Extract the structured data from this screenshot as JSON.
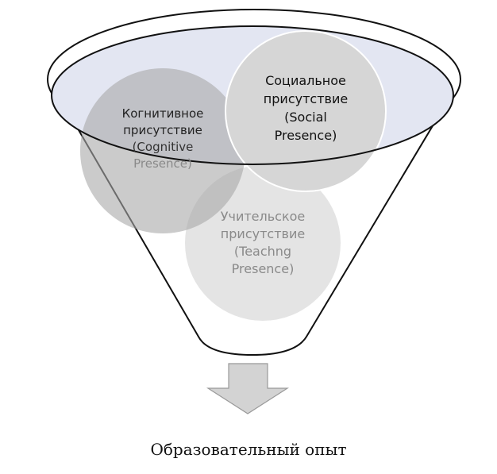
{
  "diagram": {
    "circles": [
      {
        "id": "cognitive",
        "lines": [
          "Когнитивное",
          "присутствие",
          "(Cognitive",
          "Presence)"
        ]
      },
      {
        "id": "social",
        "lines": [
          "Социальное",
          "присутствие",
          "(Social",
          "Presence)"
        ]
      },
      {
        "id": "teaching",
        "lines": [
          "Учительское",
          "присутствие",
          "(Teachng",
          "Presence)"
        ]
      }
    ],
    "output_label": "Образовательный опыт"
  },
  "colors": {
    "inner_ellipse": "#e3e6f2",
    "cognitive": "#b9b9b9",
    "social": "#d6d6d6",
    "teaching": "#e4e4e4",
    "arrow": "#d3d3d3"
  }
}
